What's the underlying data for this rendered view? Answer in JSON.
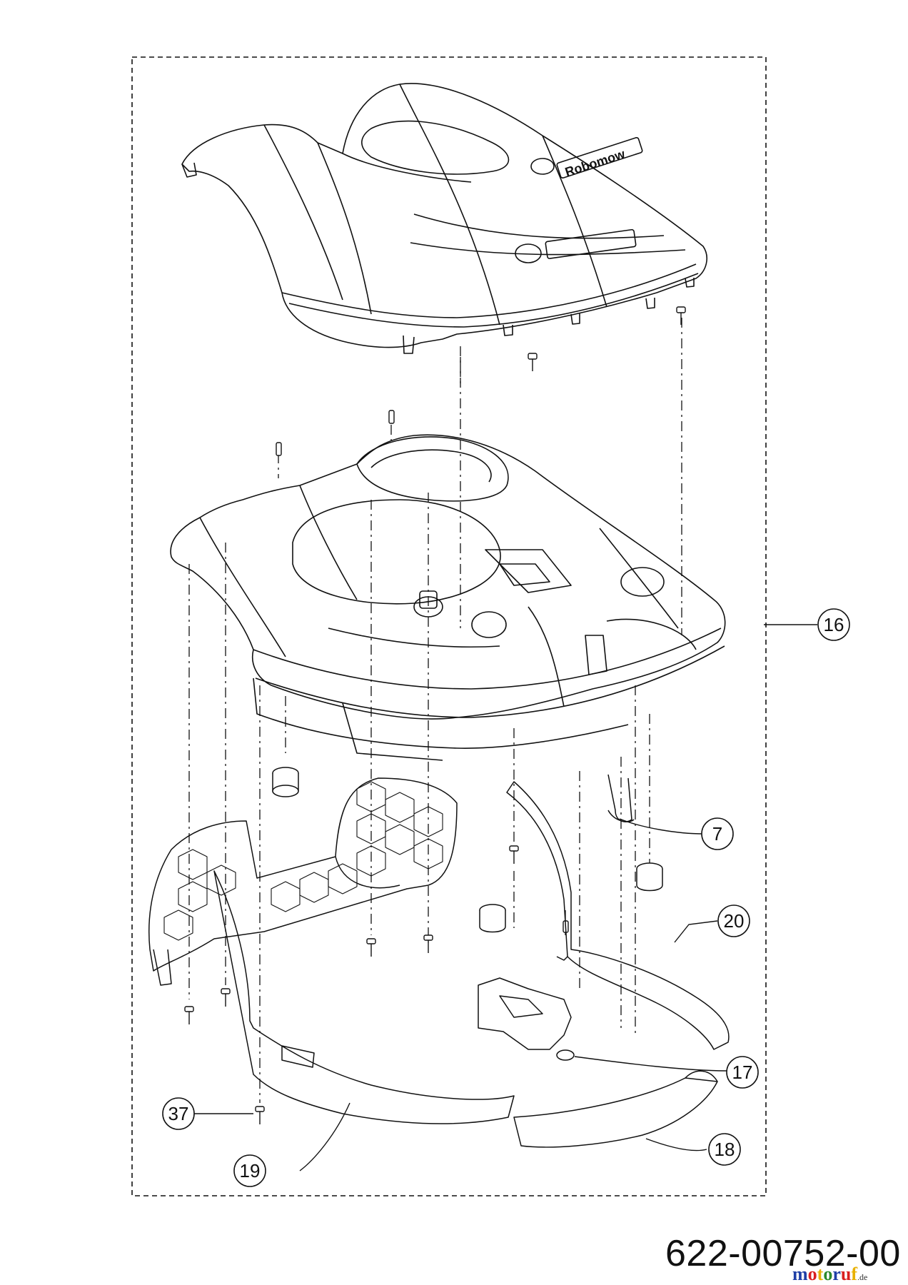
{
  "drawing": {
    "number": "622-00752-00",
    "brand_text_on_part": "Robomow"
  },
  "callouts": [
    {
      "id": "callout-16",
      "label": "16"
    },
    {
      "id": "callout-7",
      "label": "7"
    },
    {
      "id": "callout-20",
      "label": "20"
    },
    {
      "id": "callout-17",
      "label": "17"
    },
    {
      "id": "callout-18",
      "label": "18"
    },
    {
      "id": "callout-37",
      "label": "37"
    },
    {
      "id": "callout-19",
      "label": "19"
    }
  ],
  "watermark": {
    "text": "motoruf",
    "tld": ".de",
    "colors": [
      "#1f3fa6",
      "#d92020",
      "#e8b000",
      "#2c8a2c"
    ]
  },
  "colors": {
    "line": "#111111",
    "background": "#ffffff"
  }
}
